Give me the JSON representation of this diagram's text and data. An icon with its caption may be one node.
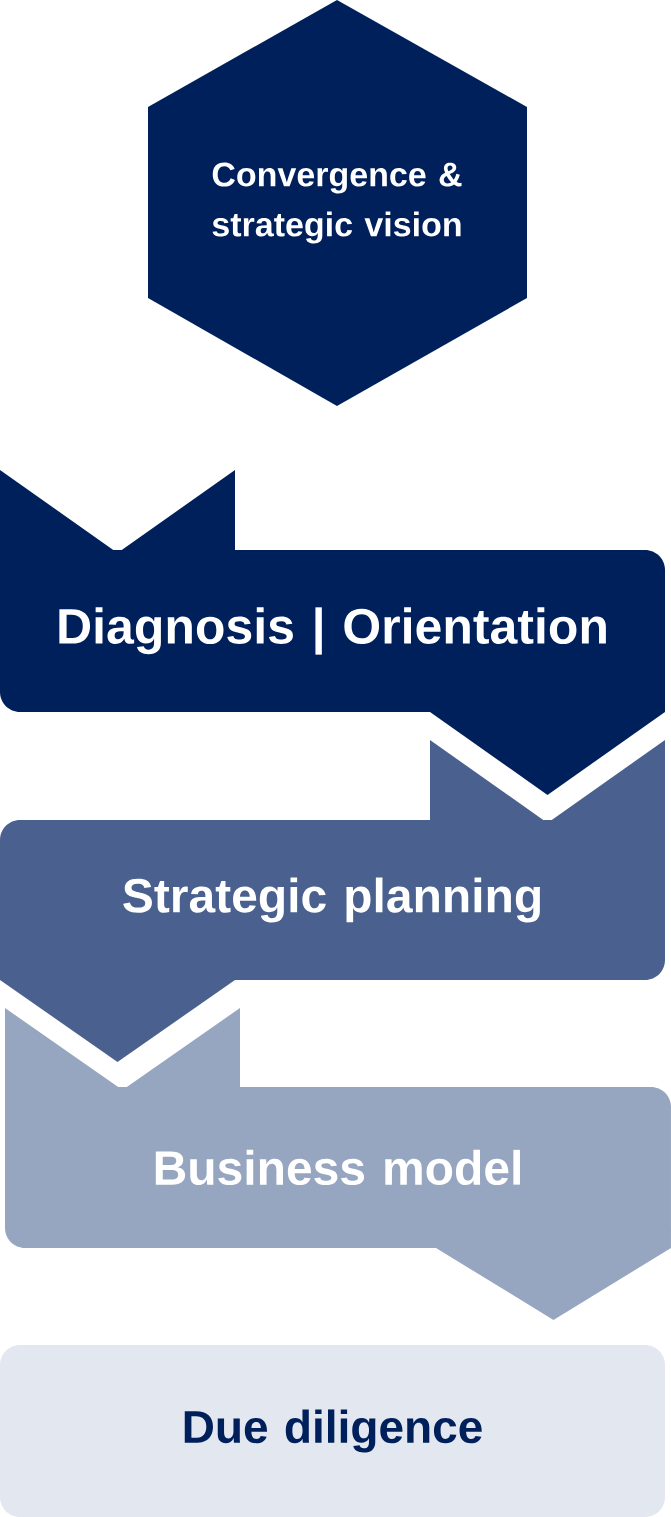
{
  "diagram": {
    "nodes": [
      {
        "text": [
          "Convergence & strategic vision"
        ]
      },
      {
        "text": [
          "Diagnosis | Orientation"
        ]
      },
      {
        "text": [
          "Strategic planning"
        ]
      },
      {
        "text": [
          "Business model"
        ]
      },
      {
        "text": [
          "Due diligence"
        ]
      }
    ],
    "edges": [
      {
        "from": 1,
        "to": 2,
        "arrow": "to"
      },
      {
        "from": 2,
        "to": 3,
        "arrow": "to"
      },
      {
        "from": 3,
        "to": 4,
        "arrow": "to"
      }
    ]
  }
}
